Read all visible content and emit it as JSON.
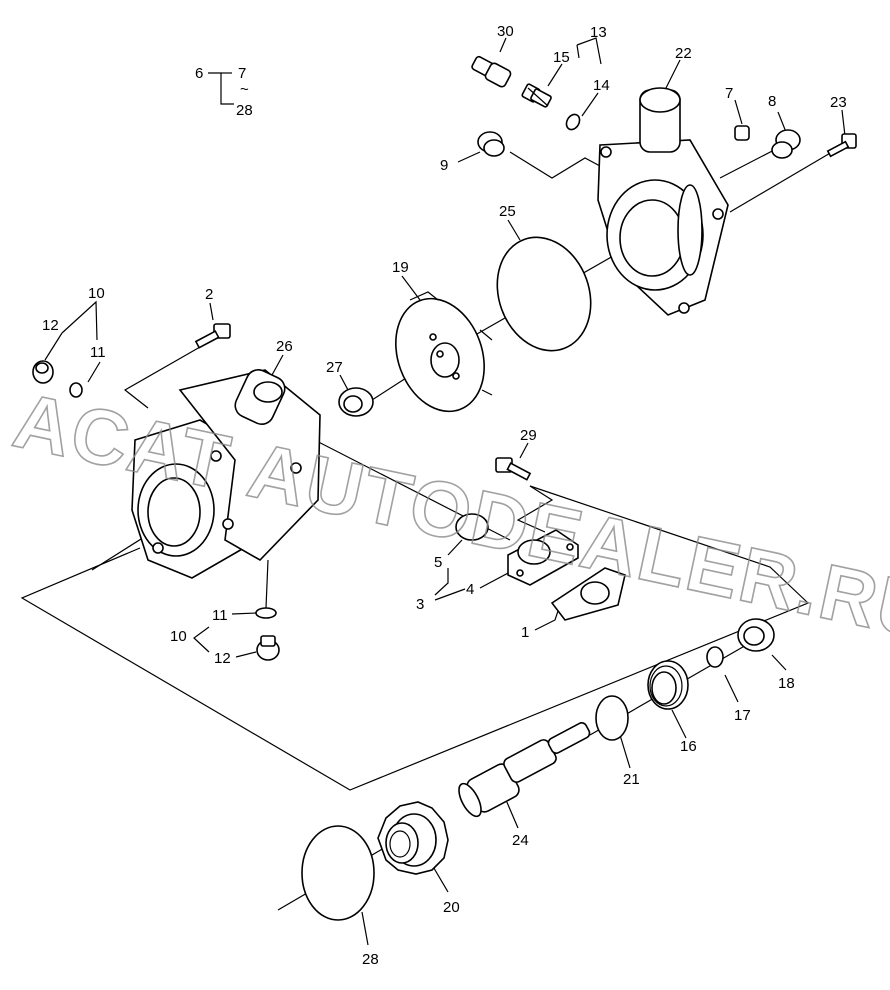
{
  "watermark": "ACAT AUTODEALER.RU",
  "labels": {
    "l1": "1",
    "l2": "2",
    "l3": "3",
    "l4": "4",
    "l5": "5",
    "l6": "6",
    "l7": "7",
    "l7b": "7",
    "l8": "8",
    "l9": "9",
    "l10": "10",
    "l10b": "10",
    "l11": "11",
    "l11b": "11",
    "l12": "12",
    "l12b": "12",
    "l13": "13",
    "l14": "14",
    "l15": "15",
    "l16": "16",
    "l17": "17",
    "l18": "18",
    "l19": "19",
    "l20": "20",
    "l21": "21",
    "l22": "22",
    "l23": "23",
    "l24": "24",
    "l25": "25",
    "l26": "26",
    "l27": "27",
    "l28": "28",
    "l28b": "28",
    "l29": "29",
    "l30": "30",
    "tilde": "~"
  }
}
